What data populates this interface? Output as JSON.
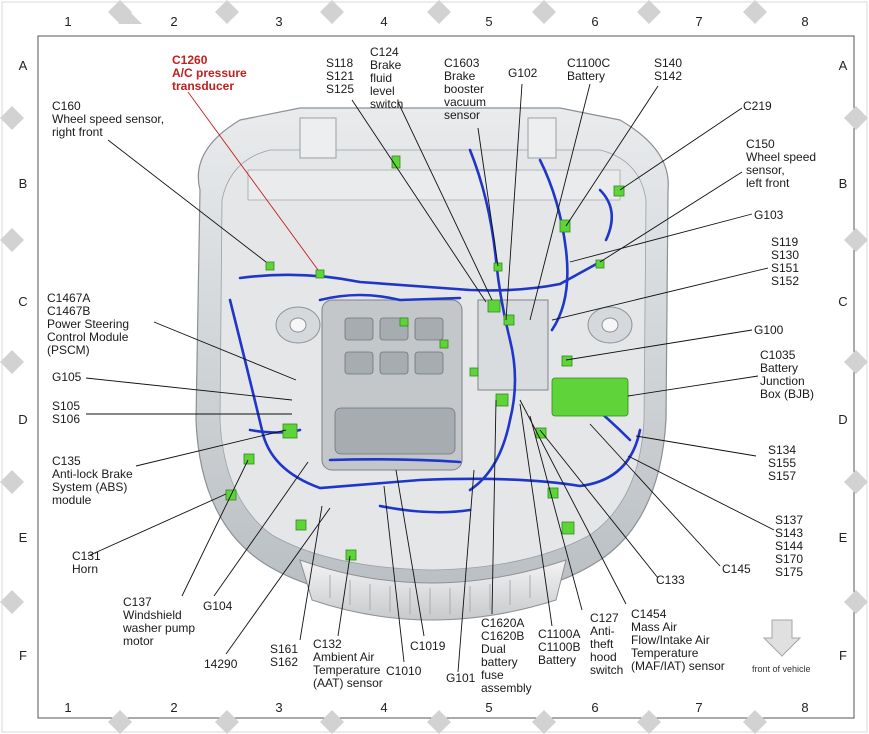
{
  "columns": [
    "1",
    "2",
    "3",
    "4",
    "5",
    "6",
    "7",
    "8"
  ],
  "rows": [
    "A",
    "B",
    "C",
    "D",
    "E",
    "F"
  ],
  "callouts": {
    "c1260": "C1260\nA/C pressure\ntransducer",
    "c160": "C160\nWheel speed sensor,\nright front",
    "s118": "S118\nS121\nS125",
    "c124": "C124\nBrake\nfluid\nlevel\nswitch",
    "c1603": "C1603\nBrake\nbooster\nvacuum\nsensor",
    "g102": "G102",
    "c1100c": "C1100C\nBattery",
    "s140": "S140\nS142",
    "c219": "C219",
    "c150": "C150\nWheel speed\nsensor,\nleft front",
    "g103": "G103",
    "s119": "S119\nS130\nS151\nS152",
    "c1467": "C1467A\nC1467B\nPower Steering\nControl Module\n(PSCM)",
    "g100": "G100",
    "c1035": "C1035\nBattery\nJunction\nBox (BJB)",
    "g105": "G105",
    "s105": "S105\nS106",
    "c135": "C135\nAnti-lock Brake\nSystem (ABS)\nmodule",
    "s134": "S134\nS155\nS157",
    "c131": "C131\nHorn",
    "s137": "S137\nS143\nS144\nS170\nS175",
    "c133": "C133",
    "c145": "C145",
    "c137": "C137\nWindshield\nwasher pump\nmotor",
    "g104": "G104",
    "c1620": "C1620A\nC1620B\nDual\nbattery\nfuse\nassembly",
    "c127": "C127\nAnti-\ntheft\nhood\nswitch",
    "c1454": "C1454\nMass Air\nFlow/Intake Air\nTemperature\n(MAF/IAT) sensor",
    "c1100a": "C1100A\nC1100B\nBattery",
    "s161": "S161\nS162",
    "c132": "C132\nAmbient Air\nTemperature\n(AAT) sensor",
    "c1010": "C1010",
    "c1019": "C1019",
    "n14290": "14290",
    "g101": "G101"
  },
  "legend": {
    "front_of_vehicle": "front of vehicle"
  },
  "colors": {
    "harness": "#1f36c8",
    "connector": "#5fd33a",
    "red_callout": "#c0201e",
    "vehicle": "#cfd3d6",
    "border_diamond": "#cfcfcf"
  }
}
